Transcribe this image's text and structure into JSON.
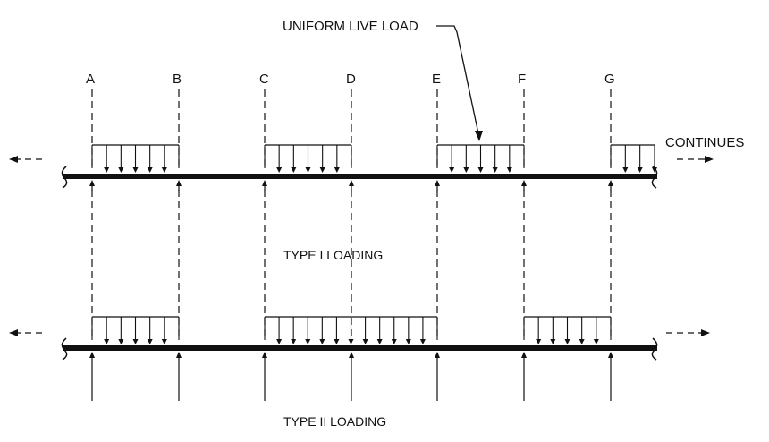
{
  "callout": {
    "label": "UNIFORM LIVE LOAD"
  },
  "continues": {
    "label": "CONTINUES"
  },
  "supports": [
    "A",
    "B",
    "C",
    "D",
    "E",
    "F",
    "G"
  ],
  "type1": {
    "caption": "TYPE I LOADING",
    "loaded_spans": [
      [
        "A",
        "B"
      ],
      [
        "C",
        "D"
      ],
      [
        "E",
        "F"
      ],
      [
        "G",
        "end"
      ]
    ]
  },
  "type2": {
    "caption": "TYPE II LOADING",
    "loaded_spans": [
      [
        "A",
        "B"
      ],
      [
        "C",
        "E"
      ],
      [
        "F",
        "G"
      ]
    ]
  },
  "colors": {
    "ink": "#111111",
    "background": "#ffffff"
  }
}
